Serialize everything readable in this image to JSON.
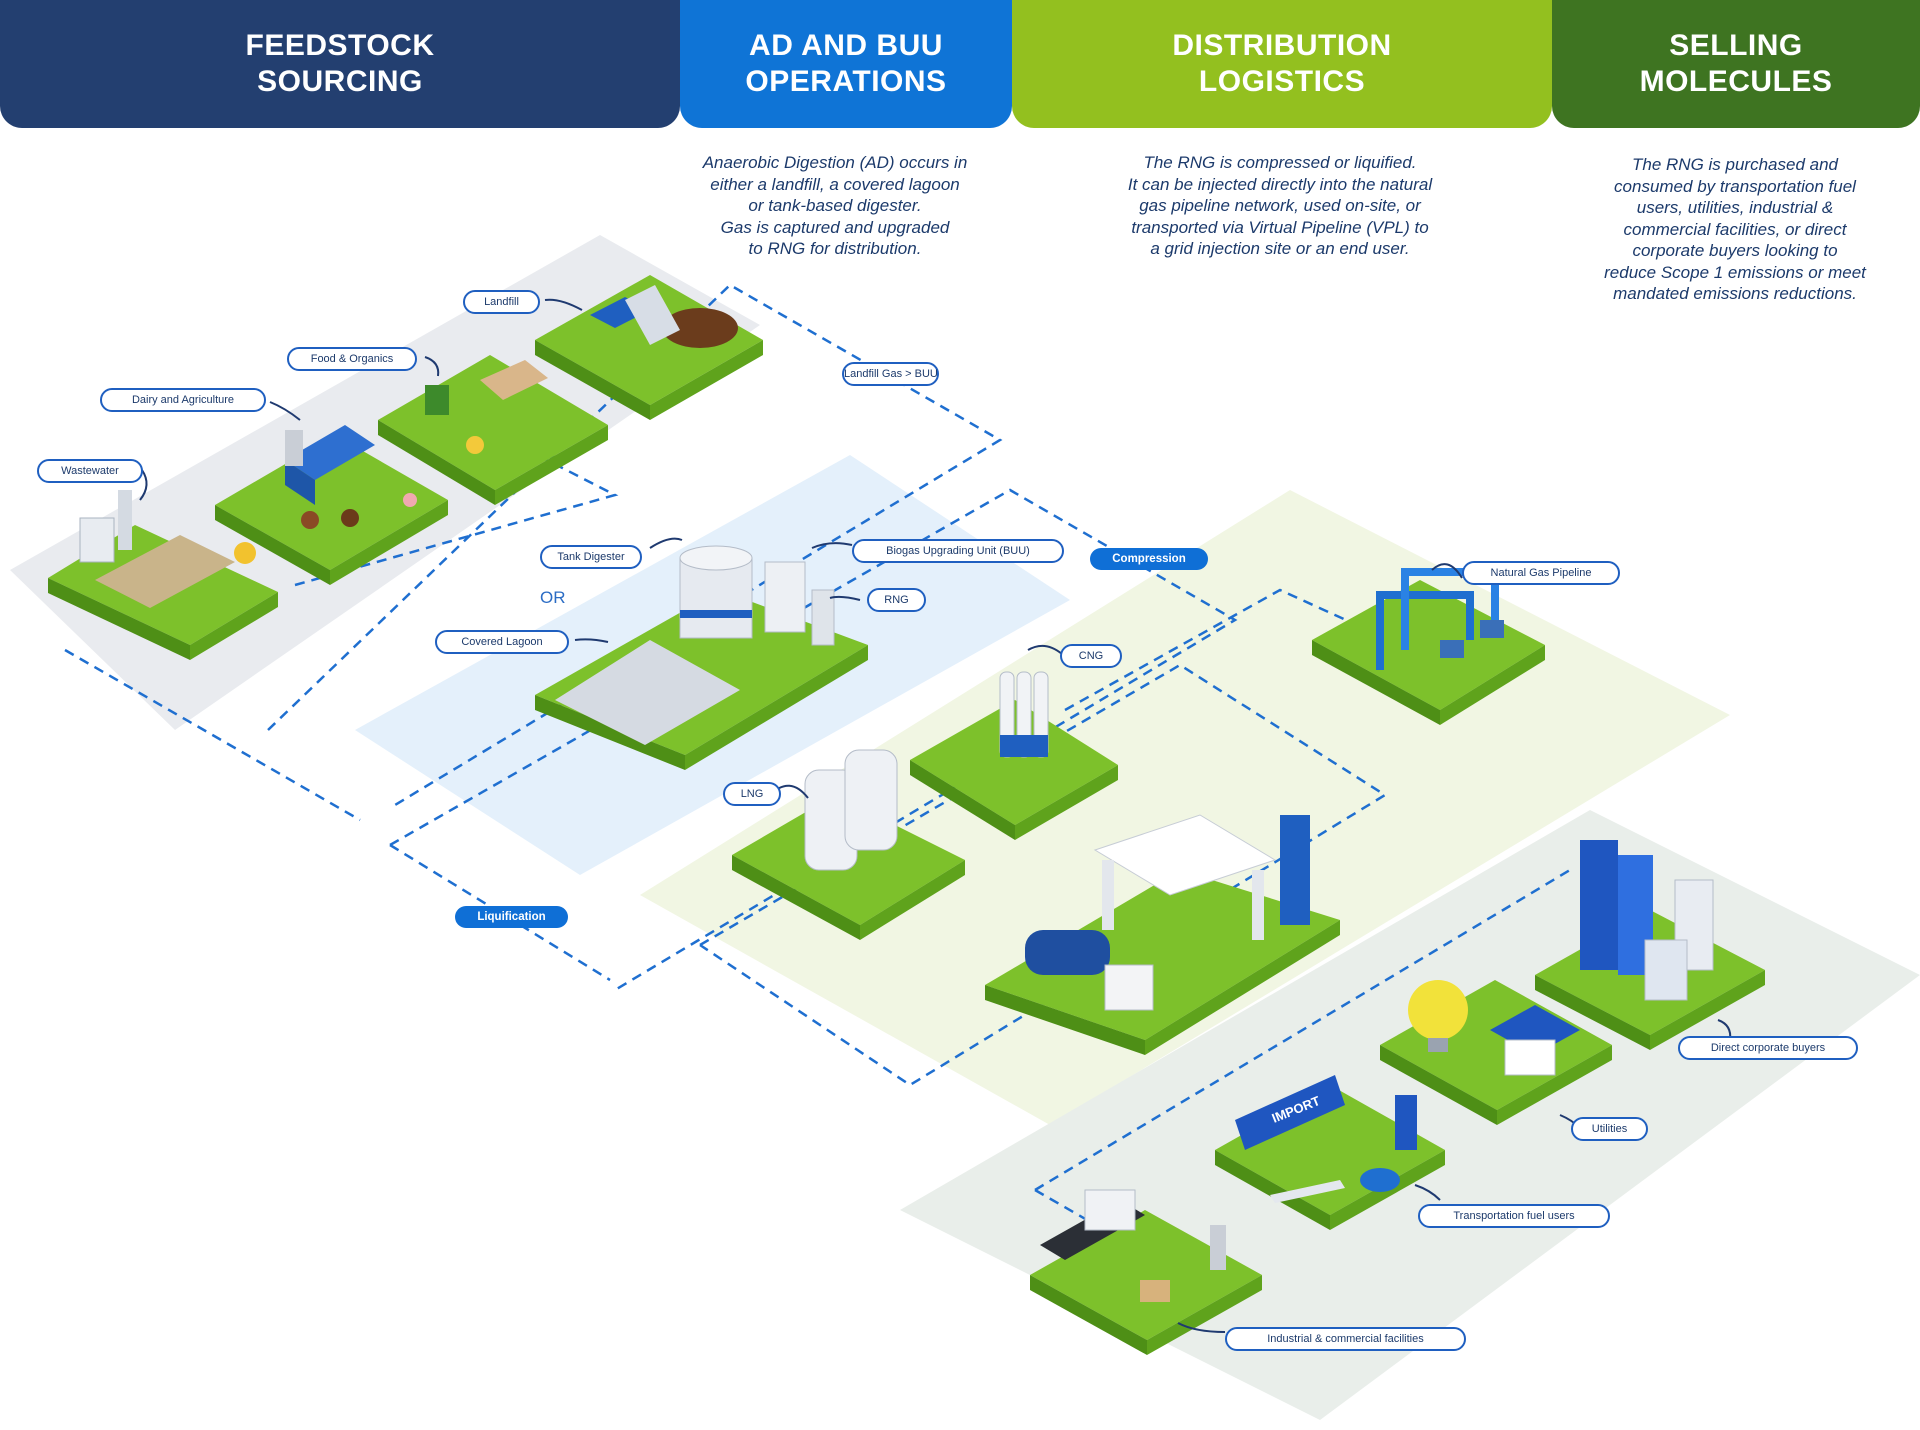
{
  "headers": [
    {
      "line1": "FEEDSTOCK",
      "line2": "SOURCING"
    },
    {
      "line1": "AD AND BUU",
      "line2": "OPERATIONS"
    },
    {
      "line1": "DISTRIBUTION",
      "line2": "LOGISTICS"
    },
    {
      "line1": "SELLING",
      "line2": "MOLECULES"
    }
  ],
  "descriptions": {
    "ad_buu": [
      "Anaerobic Digestion (AD) occurs in",
      "either a landfill, a covered lagoon",
      "or tank-based digester.",
      "Gas is captured and upgraded",
      "to RNG for distribution."
    ],
    "distribution": [
      "The RNG is compressed or liquified.",
      "It can be injected directly into the natural",
      "gas pipeline network, used on-site, or",
      "transported via Virtual Pipeline (VPL) to",
      "a grid injection site or an end user."
    ],
    "selling": [
      "The RNG is purchased and",
      "consumed by transportation fuel",
      "users, utilities, industrial &",
      "commercial facilities, or direct",
      "corporate buyers looking to",
      "reduce Scope 1 emissions or meet",
      "mandated emissions reductions."
    ]
  },
  "labels": {
    "landfill": "Landfill",
    "food_organics": "Food & Organics",
    "dairy_agriculture": "Dairy and Agriculture",
    "wastewater": "Wastewater",
    "landfill_gas_buu": "Landfill Gas > BUU",
    "tank_digester": "Tank Digester",
    "or": "OR",
    "covered_lagoon": "Covered Lagoon",
    "biogas_upgrading_unit": "Biogas Upgrading Unit (BUU)",
    "rng": "RNG",
    "compression": "Compression",
    "cng": "CNG",
    "lng": "LNG",
    "liquification": "Liquification",
    "natural_gas_pipeline": "Natural Gas Pipeline",
    "direct_corporate_buyers": "Direct corporate buyers",
    "utilities": "Utilities",
    "transportation_fuel_users": "Transportation fuel users",
    "industrial_commercial": "Industrial & commercial facilities",
    "truck_import_text": "IMPORT"
  },
  "colors": {
    "feedstock": "#233f70",
    "ad_buu": "#0f74d6",
    "distribution": "#93c01f",
    "selling": "#3e7421",
    "tile_green": "#7dc12b",
    "dash_blue": "#1f6fd0"
  }
}
